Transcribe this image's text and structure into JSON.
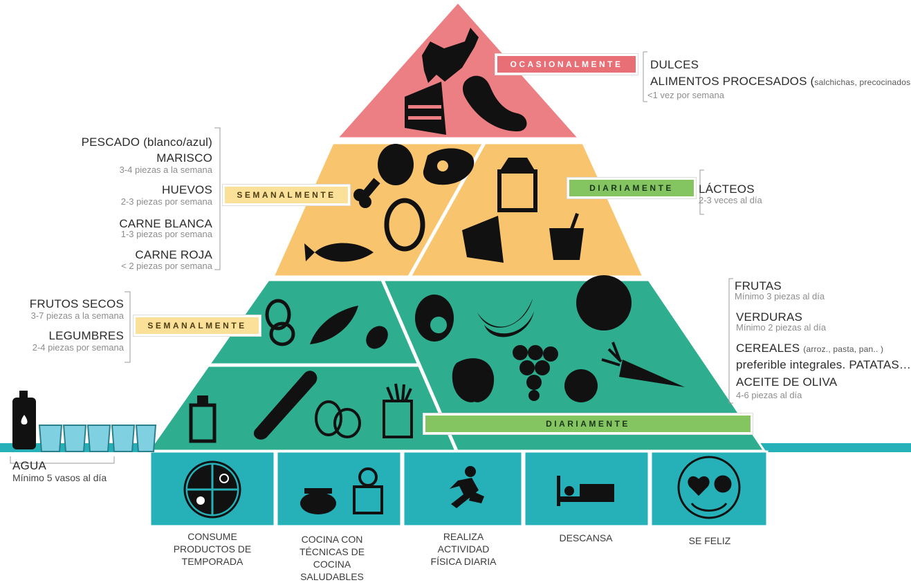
{
  "tiers": {
    "top": {
      "band_label": "OCASIONALMENTE",
      "items": [
        "DULCES"
      ],
      "processed_label": "ALIMENTOS PROCESADOS (",
      "processed_note": "salchichas, precocinados…)",
      "frequency": "<1 vez por semana"
    },
    "second_left": {
      "band_label": "SEMANALMENTE",
      "items": [
        {
          "name": "PESCADO (blanco/azul)",
          "freq": ""
        },
        {
          "name": "MARISCO",
          "freq": "3-4 piezas a la semana"
        },
        {
          "name": "HUEVOS",
          "freq": "2-3 piezas por semana"
        },
        {
          "name": "CARNE BLANCA",
          "freq": "1-3 piezas por semana"
        },
        {
          "name": "CARNE ROJA",
          "freq": "< 2 piezas por semana"
        }
      ]
    },
    "second_right": {
      "band_label": "DIARIAMENTE",
      "items": [
        {
          "name": "LÁCTEOS",
          "freq": "2-3 veces  al día"
        }
      ]
    },
    "third_left": {
      "band_label": "SEMANALMENTE",
      "items": [
        {
          "name": "FRUTOS  SECOS",
          "freq": "3-7 piezas a la semana"
        },
        {
          "name": "LEGUMBRES",
          "freq": "2-4 piezas por semana"
        }
      ]
    },
    "base_right": {
      "band_label": "DIARIAMENTE",
      "items": [
        {
          "name": "FRUTAS",
          "freq": "Mínimo 3 piezas al día"
        },
        {
          "name": "VERDURAS",
          "freq": "Mínimo 2 piezas al día"
        }
      ],
      "cereales": "CEREALES",
      "cereales_note": "(arroz., pasta, pan.. )",
      "integrales": "preferible integrales. PATATAS…",
      "aceite": "ACEITE DE OLIVA",
      "aceite_freq": "4-6 piezas al día"
    }
  },
  "water": {
    "title": "AGUA",
    "freq": "Mínimo 5 vasos al día"
  },
  "habits": [
    {
      "icon": "seasons-icon",
      "caption": "CONSUME\nPRODUCTOS DE\nTEMPORADA"
    },
    {
      "icon": "chef-pot-icon",
      "caption": "COCINA CON\nTÉCNICAS DE\nCOCINA\nSALUDABLES"
    },
    {
      "icon": "running-person-icon",
      "caption": "REALIZA\nACTIVIDAD\nFÍSICA DIARIA"
    },
    {
      "icon": "bed-icon",
      "caption": "DESCANSA"
    },
    {
      "icon": "happy-face-icon",
      "caption": "SE FELIZ"
    }
  ],
  "colors": {
    "top": "#ec7f83",
    "middle": "#f9c46e",
    "base": "#2eae8e",
    "habits": "#26b1b8",
    "water": "#7fd0e0"
  }
}
